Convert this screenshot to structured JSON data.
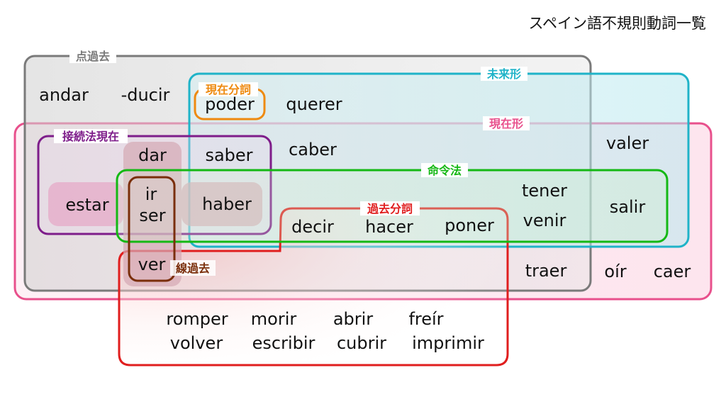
{
  "title": "スペイン語不規則動詞一覧",
  "colors": {
    "preterite": "#7a7a7a",
    "future": "#1fb3c8",
    "present": "#e8508c",
    "subjunctive": "#7e1d8a",
    "imperative": "#14b814",
    "past_participle": "#e01e1e",
    "imperfect": "#7a2e0a",
    "gerund": "#ee8a10"
  },
  "groups": {
    "preterite": "点過去",
    "future": "未来形",
    "present": "現在形",
    "subjunctive": "接続法現在",
    "imperative": "命令法",
    "past_participle": "過去分詞",
    "imperfect": "線過去",
    "gerund": "現在分詞"
  },
  "verbs": {
    "andar": "andar",
    "ducir": "-ducir",
    "poder": "poder",
    "querer": "querer",
    "caber": "caber",
    "valer": "valer",
    "dar": "dar",
    "saber": "saber",
    "estar": "estar",
    "ir": "ir",
    "ser": "ser",
    "haber": "haber",
    "tener": "tener",
    "venir": "venir",
    "salir": "salir",
    "decir": "decir",
    "hacer": "hacer",
    "poner": "poner",
    "ver": "ver",
    "traer": "traer",
    "oir": "oír",
    "caer": "caer",
    "romper": "romper",
    "morir": "morir",
    "abrir": "abrir",
    "freir": "freír",
    "volver": "volver",
    "escribir": "escribir",
    "cubrir": "cubrir",
    "imprimir": "imprimir"
  }
}
